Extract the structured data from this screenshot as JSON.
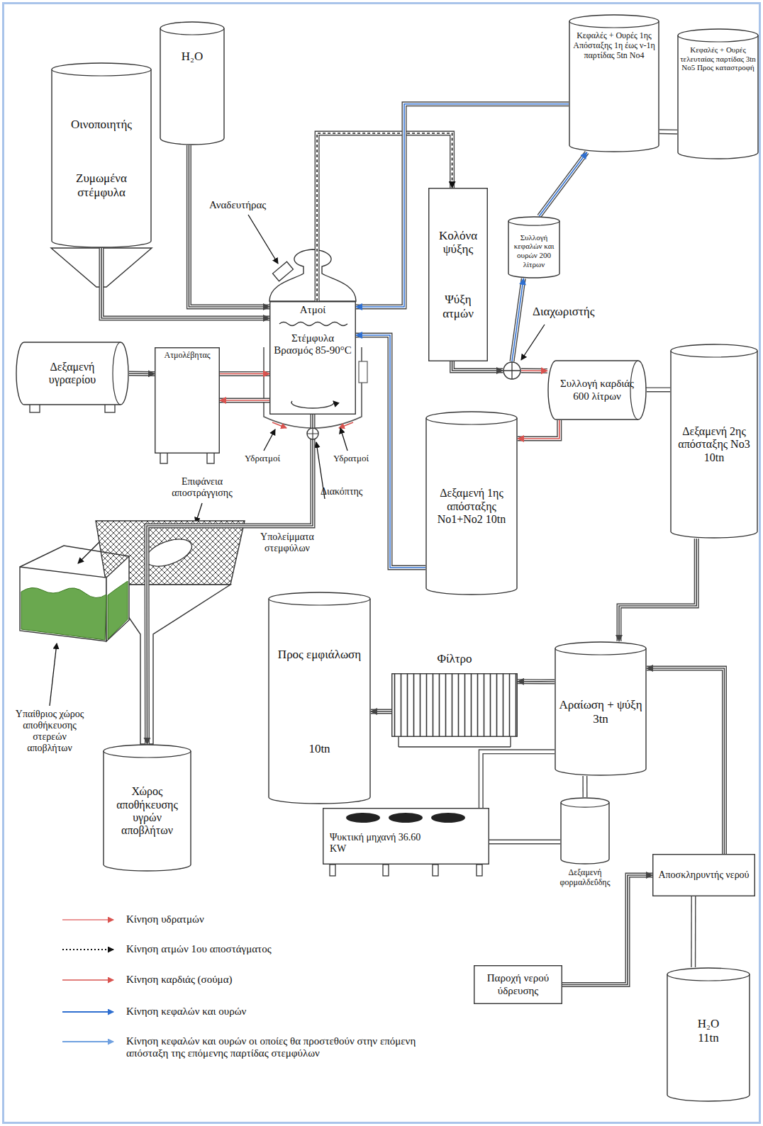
{
  "diagram": {
    "nodes": [
      {
        "text": [
          "Οινοποιητής",
          "Ζυμωμένα στέμφυλα"
        ]
      },
      {
        "text": [
          "H₂O"
        ]
      },
      {
        "text": [
          "Κεφαλές + Ουρές 1ης Απόσταξης 1η έως ν-1η παρτίδας 5tn No4"
        ]
      },
      {
        "text": [
          "Κεφαλές + Ουρές τελευταίας παρτίδας 3tn No5 Προς καταστροφή"
        ]
      },
      {
        "text": [
          "Κολόνα ψύξης",
          "Ψύξη ατμών"
        ]
      },
      {
        "text": [
          "Συλλογή κεφαλών και ουρών 200 λίτρων"
        ]
      },
      {
        "text": [
          "Ατμοί",
          "Στέμφυλα Βρασμός 85-90°C"
        ]
      },
      {
        "text": [
          "Δεξαμενή υγραερίου"
        ]
      },
      {
        "text": [
          "Ατμολέβητας"
        ]
      },
      {
        "text": [
          "Διαχωριστής"
        ]
      },
      {
        "text": [
          "Συλλογή καρδιάς 600 λίτρων"
        ]
      },
      {
        "text": [
          "Δεξαμενή 2ης απόσταξης No3 10tn"
        ]
      },
      {
        "text": [
          "Δεξαμενή 1ης απόσταξης No1+No2 10tn"
        ]
      },
      {
        "text": [
          "Χώρος αποθήκευσης υγρών αποβλήτων"
        ]
      },
      {
        "text": [
          "Προς εμφιάλωση",
          "10tn"
        ]
      },
      {
        "text": [
          "Φίλτρο"
        ]
      },
      {
        "text": [
          "Αραίωση + ψύξη 3tn"
        ]
      },
      {
        "text": [
          "Ψυκτική μηχανή 36.60 KW"
        ]
      },
      {
        "text": [
          "Δεξαμενή φορμαλδεΰδης"
        ]
      },
      {
        "text": [
          "Αποσκληρυντής νερού"
        ]
      },
      {
        "text": [
          "Παροχή νερού ύδρευσης"
        ]
      },
      {
        "text": [
          "H₂O",
          "11tn"
        ]
      }
    ],
    "edges": [
      {
        "from": 0,
        "to": 6,
        "arrow": "to"
      },
      {
        "from": 1,
        "to": 6,
        "arrow": "to"
      },
      {
        "from": 6,
        "to": 4,
        "arrow": "to"
      },
      {
        "from": 2,
        "to": 6,
        "arrow": "to"
      },
      {
        "from": 2,
        "to": 3,
        "arrow": "none"
      },
      {
        "from": 4,
        "to": 9,
        "arrow": "to"
      },
      {
        "from": 9,
        "to": 5,
        "arrow": "to"
      },
      {
        "from": 5,
        "to": 2,
        "arrow": "to"
      },
      {
        "from": 7,
        "to": 8,
        "arrow": "to"
      },
      {
        "from": 8,
        "to": 6,
        "arrow": "to"
      },
      {
        "from": 6,
        "to": 8,
        "arrow": "to"
      },
      {
        "from": 9,
        "to": 10,
        "arrow": "to"
      },
      {
        "from": 10,
        "to": 12,
        "arrow": "to"
      },
      {
        "from": 10,
        "to": 11,
        "arrow": "none"
      },
      {
        "from": 12,
        "to": 6,
        "arrow": "to"
      },
      {
        "from": 6,
        "to": 13,
        "arrow": "to"
      },
      {
        "from": 11,
        "to": 16,
        "arrow": "to"
      },
      {
        "from": 16,
        "to": 15,
        "arrow": "to"
      },
      {
        "from": 15,
        "to": 14,
        "arrow": "to"
      },
      {
        "from": 17,
        "to": 16,
        "arrow": "none"
      },
      {
        "from": 17,
        "to": 18,
        "arrow": "none"
      },
      {
        "from": 18,
        "to": 16,
        "arrow": "none"
      },
      {
        "from": 20,
        "to": 19,
        "arrow": "to"
      },
      {
        "from": 19,
        "to": 21,
        "arrow": "none"
      },
      {
        "from": 19,
        "to": 16,
        "arrow": "to"
      }
    ],
    "labels": [
      "Αναδευτήρας",
      "Υδρατμοί",
      "Υδρατμοί",
      "Διακόπτης",
      "Επιφάνεια αποστράγγισης",
      "Υπολείμματα στεμφύλων",
      "Υπαίθριος χώρος αποθήκευσης στερεών αποβλήτων"
    ],
    "legend": [
      {
        "text": "Κίνηση υδρατμών"
      },
      {
        "text": "Κίνηση ατμών 1ου αποστάγματος"
      },
      {
        "text": "Κίνηση καρδιάς (σούμα)"
      },
      {
        "text": "Κίνηση κεφαλών και ουρών"
      },
      {
        "text": "Κίνηση κεφαλών και ουρών οι οποίες θα προστεθούν στην επόμενη απόσταξη της επόμενης παρτίδας στεμφύλων"
      }
    ]
  }
}
